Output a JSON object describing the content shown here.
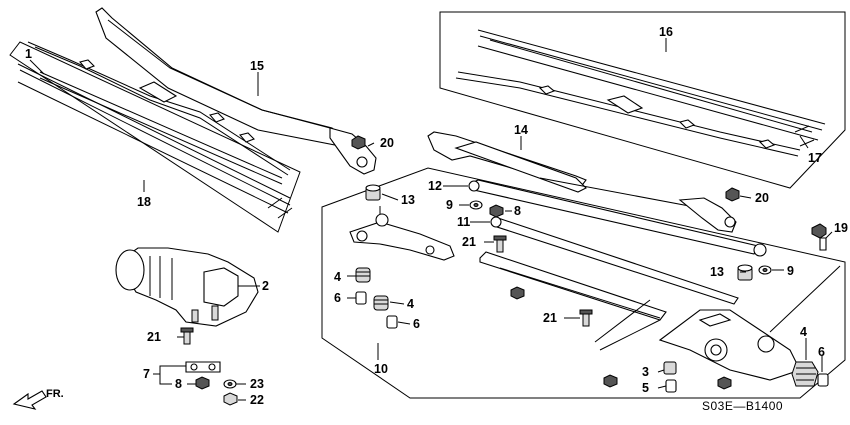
{
  "diagram": {
    "code": "S03E—B1400",
    "direction": "FR.",
    "callouts": [
      "1",
      "2",
      "3",
      "4",
      "5",
      "6",
      "7",
      "8",
      "9",
      "10",
      "11",
      "12",
      "13",
      "14",
      "15",
      "16",
      "17",
      "18",
      "19",
      "20",
      "21",
      "22",
      "23"
    ]
  }
}
